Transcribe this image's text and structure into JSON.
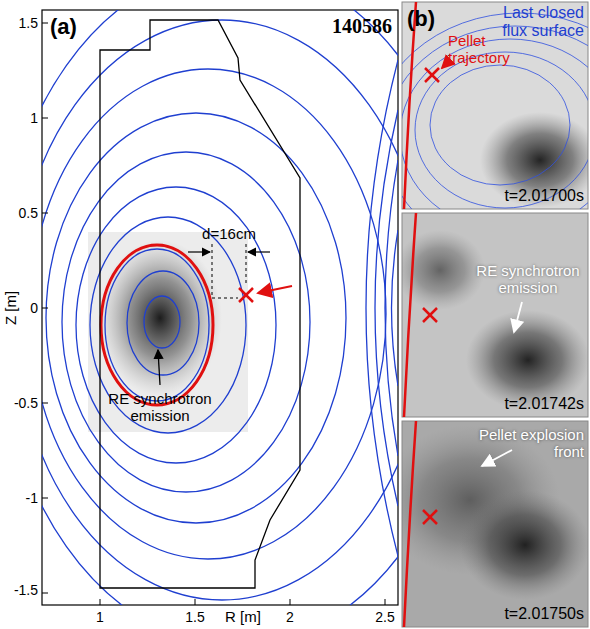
{
  "diagram": {
    "labels": [
      "(a)",
      "140586",
      "1.5",
      "1",
      "0.5",
      "0",
      "-0.5",
      "-1",
      "-1.5",
      "Z [m]",
      "1",
      "1.5",
      "2",
      "2.5",
      "R [m]",
      "d=16cm",
      "RE synchrotron emission",
      "(b)",
      "Last closed flux surface",
      "Pellet trajectory",
      "t=2.01700s",
      "RE synchrotron emission",
      "t=2.01742s",
      "Pellet explosion front",
      "t=2.01750s"
    ]
  }
}
